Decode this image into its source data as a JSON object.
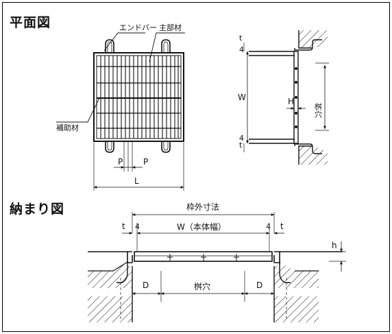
{
  "headings": {
    "plan": "平面図",
    "install": "納まり図"
  },
  "plan": {
    "end_bar": "エンドバー",
    "main_bar": "主部材",
    "cross_bar": "補助材",
    "p1": "P",
    "p2": "P",
    "l": "L"
  },
  "side": {
    "t_top": "t",
    "four_top": "4",
    "w": "W",
    "h": "H",
    "pit": "桝穴",
    "t_bottom": "t",
    "four_bottom": "4"
  },
  "install": {
    "frame_outer": "枠外寸法",
    "w_body": "W（本体幅）",
    "t_left": "t",
    "four_left": "4",
    "four_right": "4",
    "t_right": "t",
    "h": "h",
    "d_left": "D",
    "pit": "桝穴",
    "d_right": "D"
  }
}
